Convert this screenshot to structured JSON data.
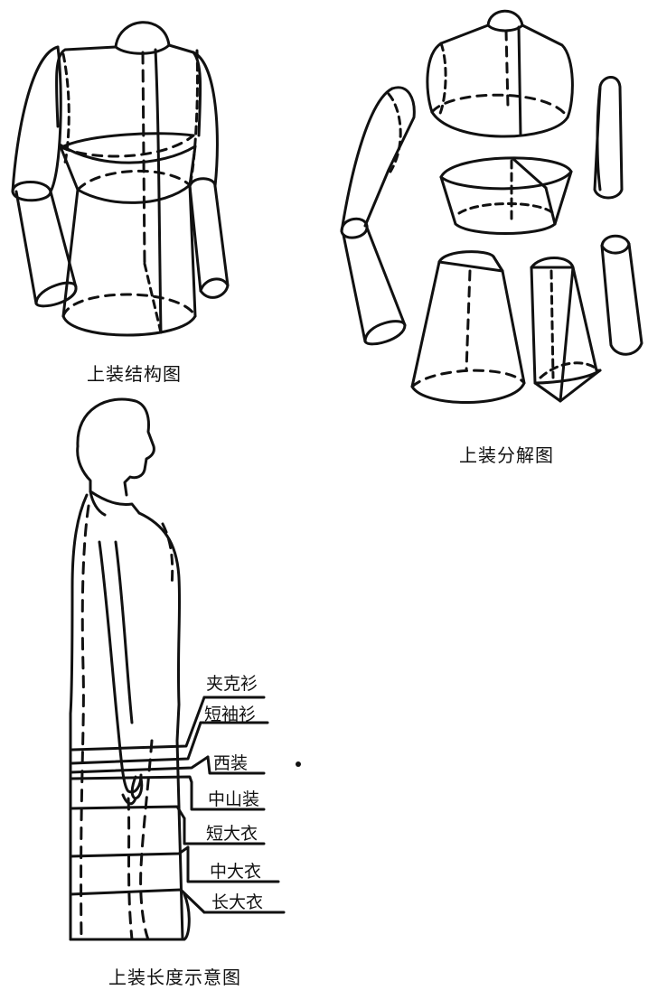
{
  "captions": {
    "structure": "上装结构图",
    "exploded": "上装分解图",
    "length": "上装长度示意图"
  },
  "length_labels": [
    "夹克衫",
    "短袖衫",
    "西装",
    "中山装",
    "短大衣",
    "中大衣",
    "长大衣"
  ]
}
